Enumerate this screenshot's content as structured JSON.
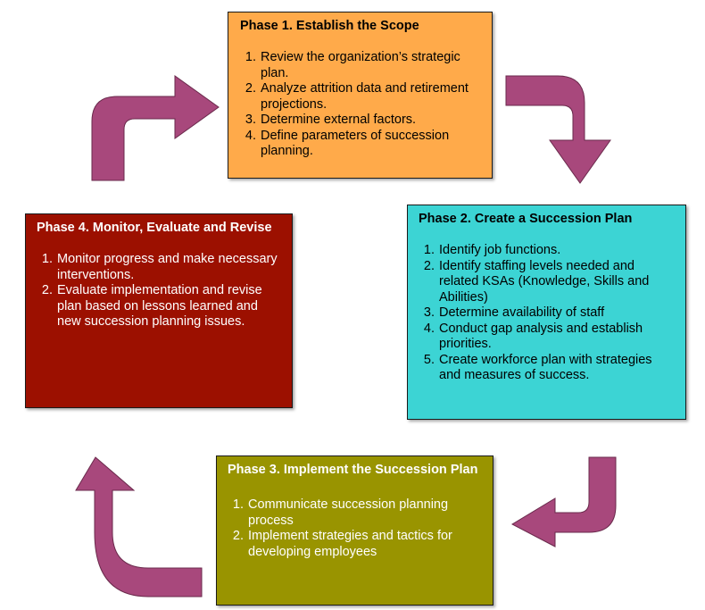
{
  "phases": [
    {
      "title": "Phase 1.  Establish the Scope",
      "items": [
        "Review the organization’s strategic plan.",
        "Analyze attrition data and retirement projections.",
        "Determine external factors.",
        "Define parameters of succession planning."
      ]
    },
    {
      "title": "Phase 2.  Create a Succession Plan",
      "items": [
        "Identify job functions.",
        "Identify staffing levels needed and related KSAs (Knowledge, Skills and Abilities)",
        "Determine availability of staff",
        "Conduct gap analysis and establish priorities.",
        "Create workforce plan with strategies and measures of success."
      ]
    },
    {
      "title": "Phase 3.  Implement the Succession Plan",
      "items": [
        "Communicate succession planning process",
        "Implement strategies and tactics for developing employees"
      ]
    },
    {
      "title": "Phase 4.  Monitor, Evaluate and Revise",
      "items": [
        "Monitor progress and make necessary interventions.",
        "Evaluate implementation and revise plan based on lessons learned and new succession planning issues."
      ]
    }
  ],
  "colors": {
    "phase1": "#ffaa4a",
    "phase2": "#3cd4d4",
    "phase3": "#999400",
    "phase4": "#9c1000",
    "arrow": "#a8487c"
  }
}
